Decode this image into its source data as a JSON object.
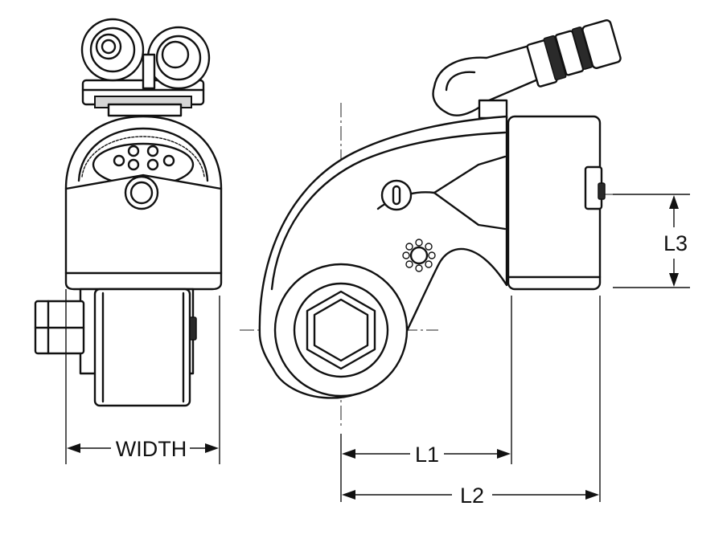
{
  "dimension_labels": {
    "width": "WIDTH",
    "l1": "L1",
    "l2": "L2",
    "l3": "L3"
  },
  "colors": {
    "line": "#111111",
    "background": "#ffffff"
  }
}
